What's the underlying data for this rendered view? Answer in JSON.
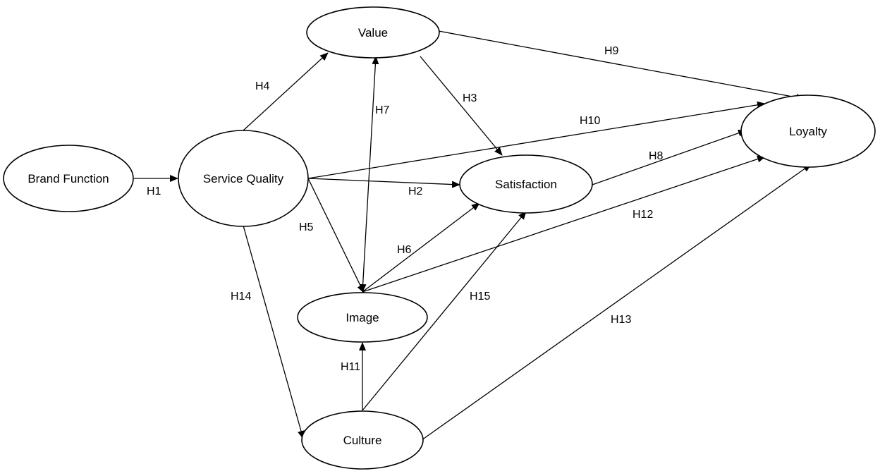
{
  "diagram": {
    "nodes": {
      "brand_function": "Brand Function",
      "service_quality": "Service Quality",
      "value": "Value",
      "satisfaction": "Satisfaction",
      "loyalty": "Loyalty",
      "image": "Image",
      "culture": "Culture"
    },
    "edges": {
      "h1": "H1",
      "h2": "H2",
      "h3": "H3",
      "h4": "H4",
      "h5": "H5",
      "h6": "H6",
      "h7": "H7",
      "h8": "H8",
      "h9": "H9",
      "h10": "H10",
      "h11": "H11",
      "h12": "H12",
      "h13": "H13",
      "h14": "H14",
      "h15": "H15"
    },
    "colors": {
      "stroke": "#000000",
      "background": "#ffffff"
    }
  }
}
